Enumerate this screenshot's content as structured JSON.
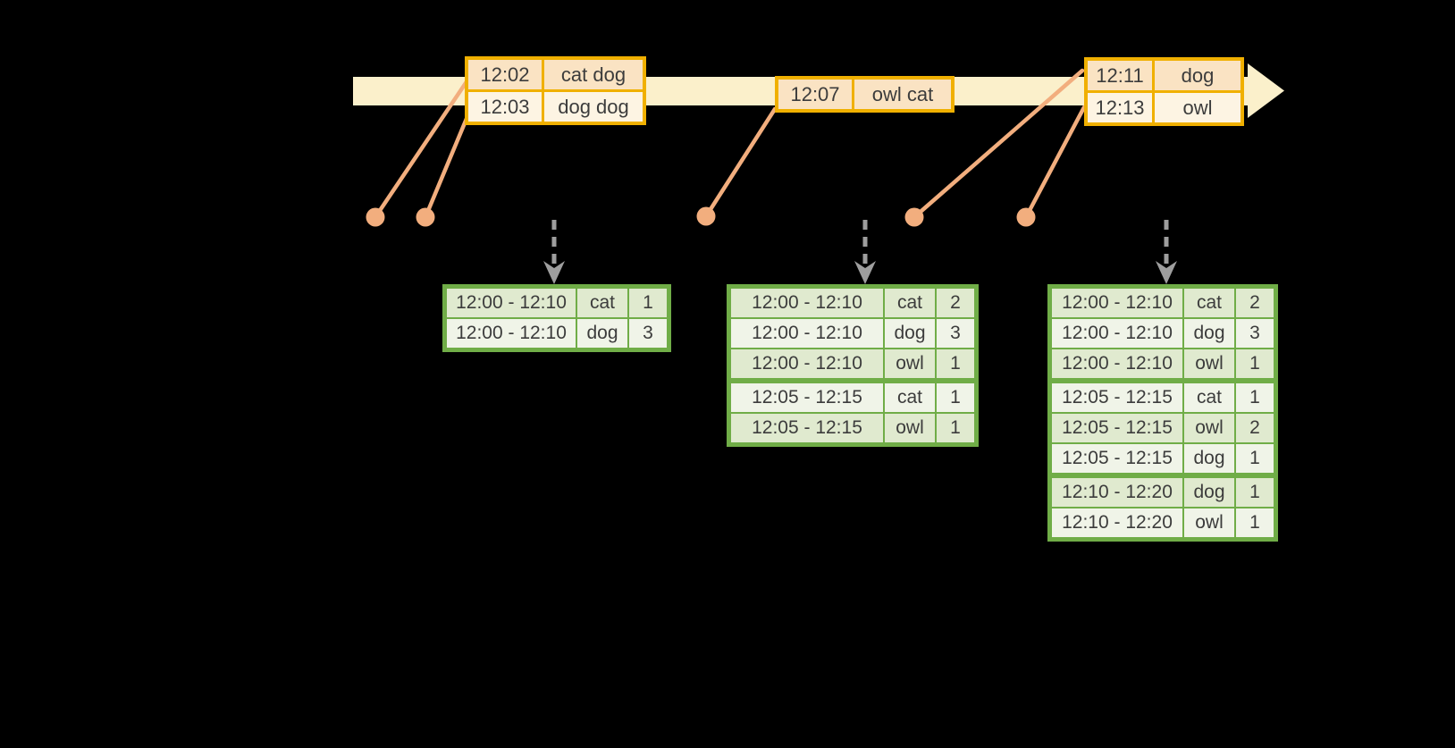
{
  "colors": {
    "background": "#000000",
    "timeline_band": "#fbf0cb",
    "event_table_border": "#f0b000",
    "event_row_peach": "#fae3c3",
    "event_row_cream": "#fdf4e3",
    "marker_salmon": "#f2ae7e",
    "result_table_border": "#70ad47",
    "result_row_green": "#e0eacf",
    "result_row_light": "#f0f4e8",
    "trigger_arrow_gray": "#9e9e9e",
    "text": "#3c3c3c"
  },
  "icons": {
    "timeline_arrow": "right-block-arrow",
    "trigger_arrow": "down-dashed-arrow",
    "event_marker": "filled-dot"
  },
  "event_tables": [
    {
      "rows": [
        {
          "time": "12:02",
          "words": "cat dog"
        },
        {
          "time": "12:03",
          "words": "dog dog"
        }
      ]
    },
    {
      "rows": [
        {
          "time": "12:07",
          "words": "owl cat"
        }
      ]
    },
    {
      "rows": [
        {
          "time": "12:11",
          "words": "dog"
        },
        {
          "time": "12:13",
          "words": "owl"
        }
      ]
    }
  ],
  "result_tables": [
    {
      "rows": [
        {
          "window": "12:00 - 12:10",
          "key": "cat",
          "count": "1"
        },
        {
          "window": "12:00 - 12:10",
          "key": "dog",
          "count": "3"
        }
      ]
    },
    {
      "rows": [
        {
          "window": "12:00 - 12:10",
          "key": "cat",
          "count": "2"
        },
        {
          "window": "12:00 - 12:10",
          "key": "dog",
          "count": "3"
        },
        {
          "window": "12:00 - 12:10",
          "key": "owl",
          "count": "1"
        },
        {
          "window": "12:05 - 12:15",
          "key": "cat",
          "count": "1"
        },
        {
          "window": "12:05 - 12:15",
          "key": "owl",
          "count": "1"
        }
      ]
    },
    {
      "rows": [
        {
          "window": "12:00 - 12:10",
          "key": "cat",
          "count": "2"
        },
        {
          "window": "12:00 - 12:10",
          "key": "dog",
          "count": "3"
        },
        {
          "window": "12:00 - 12:10",
          "key": "owl",
          "count": "1"
        },
        {
          "window": "12:05 - 12:15",
          "key": "cat",
          "count": "1"
        },
        {
          "window": "12:05 - 12:15",
          "key": "owl",
          "count": "2"
        },
        {
          "window": "12:05 - 12:15",
          "key": "dog",
          "count": "1"
        },
        {
          "window": "12:10 - 12:20",
          "key": "dog",
          "count": "1"
        },
        {
          "window": "12:10 - 12:20",
          "key": "owl",
          "count": "1"
        }
      ]
    }
  ]
}
